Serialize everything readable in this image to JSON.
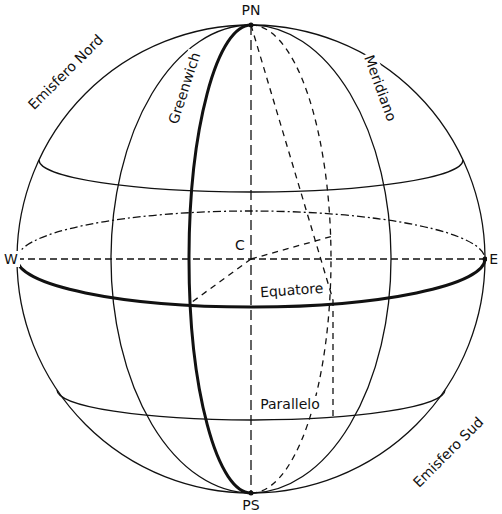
{
  "diagram": {
    "labels": [
      "PN",
      "Emisfero Nord",
      "Greenwich",
      "Meridiano",
      "W",
      "C",
      "E",
      "Equatore",
      "Parallelo",
      "Emisfero Sud",
      "PS"
    ]
  }
}
